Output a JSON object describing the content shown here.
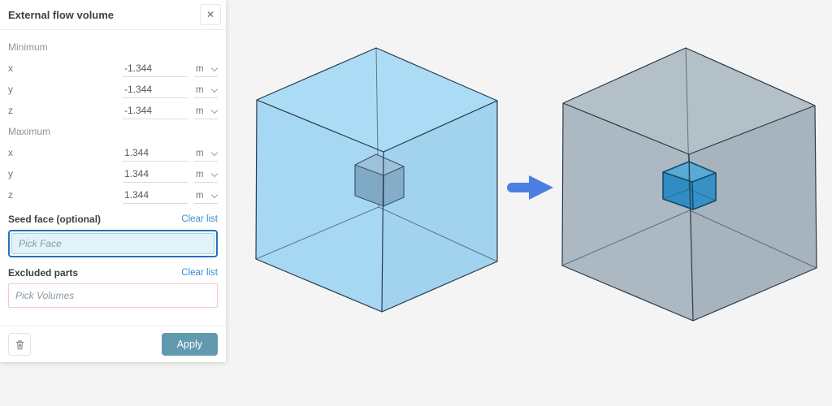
{
  "panel": {
    "title": "External flow volume",
    "close_icon": "✕",
    "minimum": {
      "label": "Minimum",
      "rows": [
        {
          "axis": "x",
          "value": "-1.344",
          "unit": "m"
        },
        {
          "axis": "y",
          "value": "-1.344",
          "unit": "m"
        },
        {
          "axis": "z",
          "value": "-1.344",
          "unit": "m"
        }
      ]
    },
    "maximum": {
      "label": "Maximum",
      "rows": [
        {
          "axis": "x",
          "value": "1.344",
          "unit": "m"
        },
        {
          "axis": "y",
          "value": "1.344",
          "unit": "m"
        },
        {
          "axis": "z",
          "value": "1.344",
          "unit": "m"
        }
      ]
    },
    "seed_face": {
      "label": "Seed face (optional)",
      "clear_label": "Clear list",
      "placeholder": "Pick Face"
    },
    "excluded_parts": {
      "label": "Excluded parts",
      "clear_label": "Clear list",
      "placeholder": "Pick Volumes"
    },
    "footer": {
      "apply_label": "Apply"
    }
  },
  "icons": {
    "close": "x-icon",
    "unit_dropdown": "chevron-down-icon",
    "delete": "trash-icon"
  },
  "scene": {
    "before_label": "transparent blue external flow volume cube with inner geometry cube",
    "after_label": "gray flow region cube with highlighted blue inner geometry cube",
    "colors": {
      "flow_top": "#a9dbf5",
      "flow_left": "#a3d6f2",
      "flow_right": "#9dd1ee",
      "gray_top": "#b0bdc6",
      "gray_left": "#a9b6bf",
      "gray_right": "#a3b0ba",
      "inner_gray_top": "#9dc1d6",
      "inner_gray_left": "#7ea7c4",
      "inner_gray_right": "#84abc7",
      "inner_blue_top": "#57a9d4",
      "inner_blue_left": "#2b8ac2",
      "inner_blue_right": "#3390c6",
      "arrow": "#4b7ee1",
      "accent": "#2a6fc0",
      "apply_button": "#6199b0",
      "clear_link": "#3a8fd4"
    }
  }
}
